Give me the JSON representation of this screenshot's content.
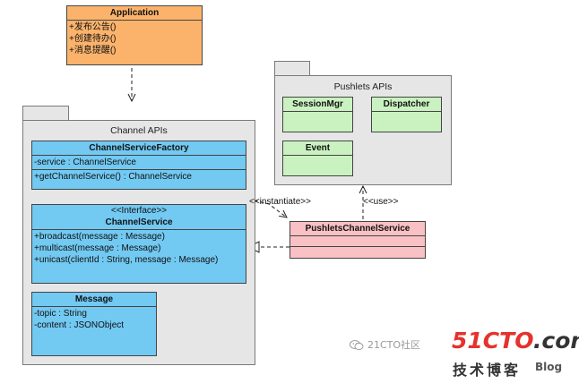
{
  "application": {
    "name": "Application",
    "methods": [
      "+发布公告()",
      "+创建待办()",
      "+消息提醒()"
    ]
  },
  "channel_apis": {
    "title": "Channel APIs",
    "factory": {
      "name": "ChannelServiceFactory",
      "attributes": [
        "-service : ChannelService"
      ],
      "methods": [
        "+getChannelService() : ChannelService"
      ]
    },
    "service": {
      "stereotype": "<<Interface>>",
      "name": "ChannelService",
      "methods": [
        "+broadcast(message : Message)",
        "+multicast(message : Message)",
        "+unicast(clientId : String, message : Message)"
      ]
    },
    "message": {
      "name": "Message",
      "attributes": [
        "-topic : String",
        "-content : JSONObject"
      ]
    }
  },
  "pushlets_apis": {
    "title": "Pushlets APIs",
    "session_mgr": "SessionMgr",
    "dispatcher": "Dispatcher",
    "event": "Event"
  },
  "pushlets_channel_service": {
    "name": "PushletsChannelService"
  },
  "labels": {
    "instantiate": "<<instantiate>>",
    "use": "<<use>>"
  },
  "watermark": {
    "wechat": "21CTO社区",
    "brand_prefix": "51CTO",
    "brand_suffix": ".com",
    "brand_cn": "技术博客",
    "blog": "Blog"
  },
  "colors": {
    "application": "#fbb36c",
    "channel_classes": "#72c9f2",
    "pushlets_classes": "#c9f2c0",
    "pushlets_channel_service": "#f9c1c4",
    "package": "#e6e6e6"
  }
}
